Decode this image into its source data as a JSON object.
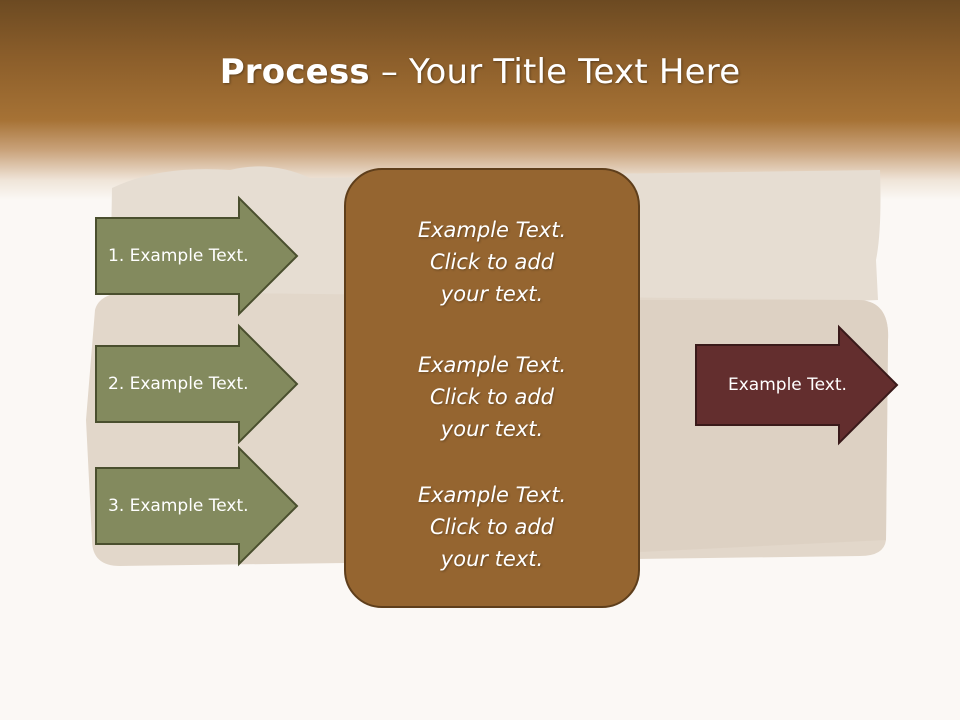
{
  "slide": {
    "title_bold": "Process",
    "title_rest": " – Your Title Text Here",
    "steps": [
      {
        "label": "1. Example Text."
      },
      {
        "label": "2. Example Text."
      },
      {
        "label": "3. Example Text."
      }
    ],
    "center_blocks": [
      {
        "line1": "Example Text.",
        "line2": "Click  to add",
        "line3": "your text."
      },
      {
        "line1": "Example Text.",
        "line2": "Click  to add",
        "line3": "your text."
      },
      {
        "line1": "Example Text.",
        "line2": "Click  to add",
        "line3": "your text."
      }
    ],
    "output": {
      "label": "Example Text."
    }
  },
  "colors": {
    "header_brown": "#8a5d2a",
    "step_arrow_fill": "#838a5e",
    "center_box_fill": "#956530",
    "output_arrow_fill": "#632e2e",
    "bread_tone": "#e3d8cb"
  }
}
